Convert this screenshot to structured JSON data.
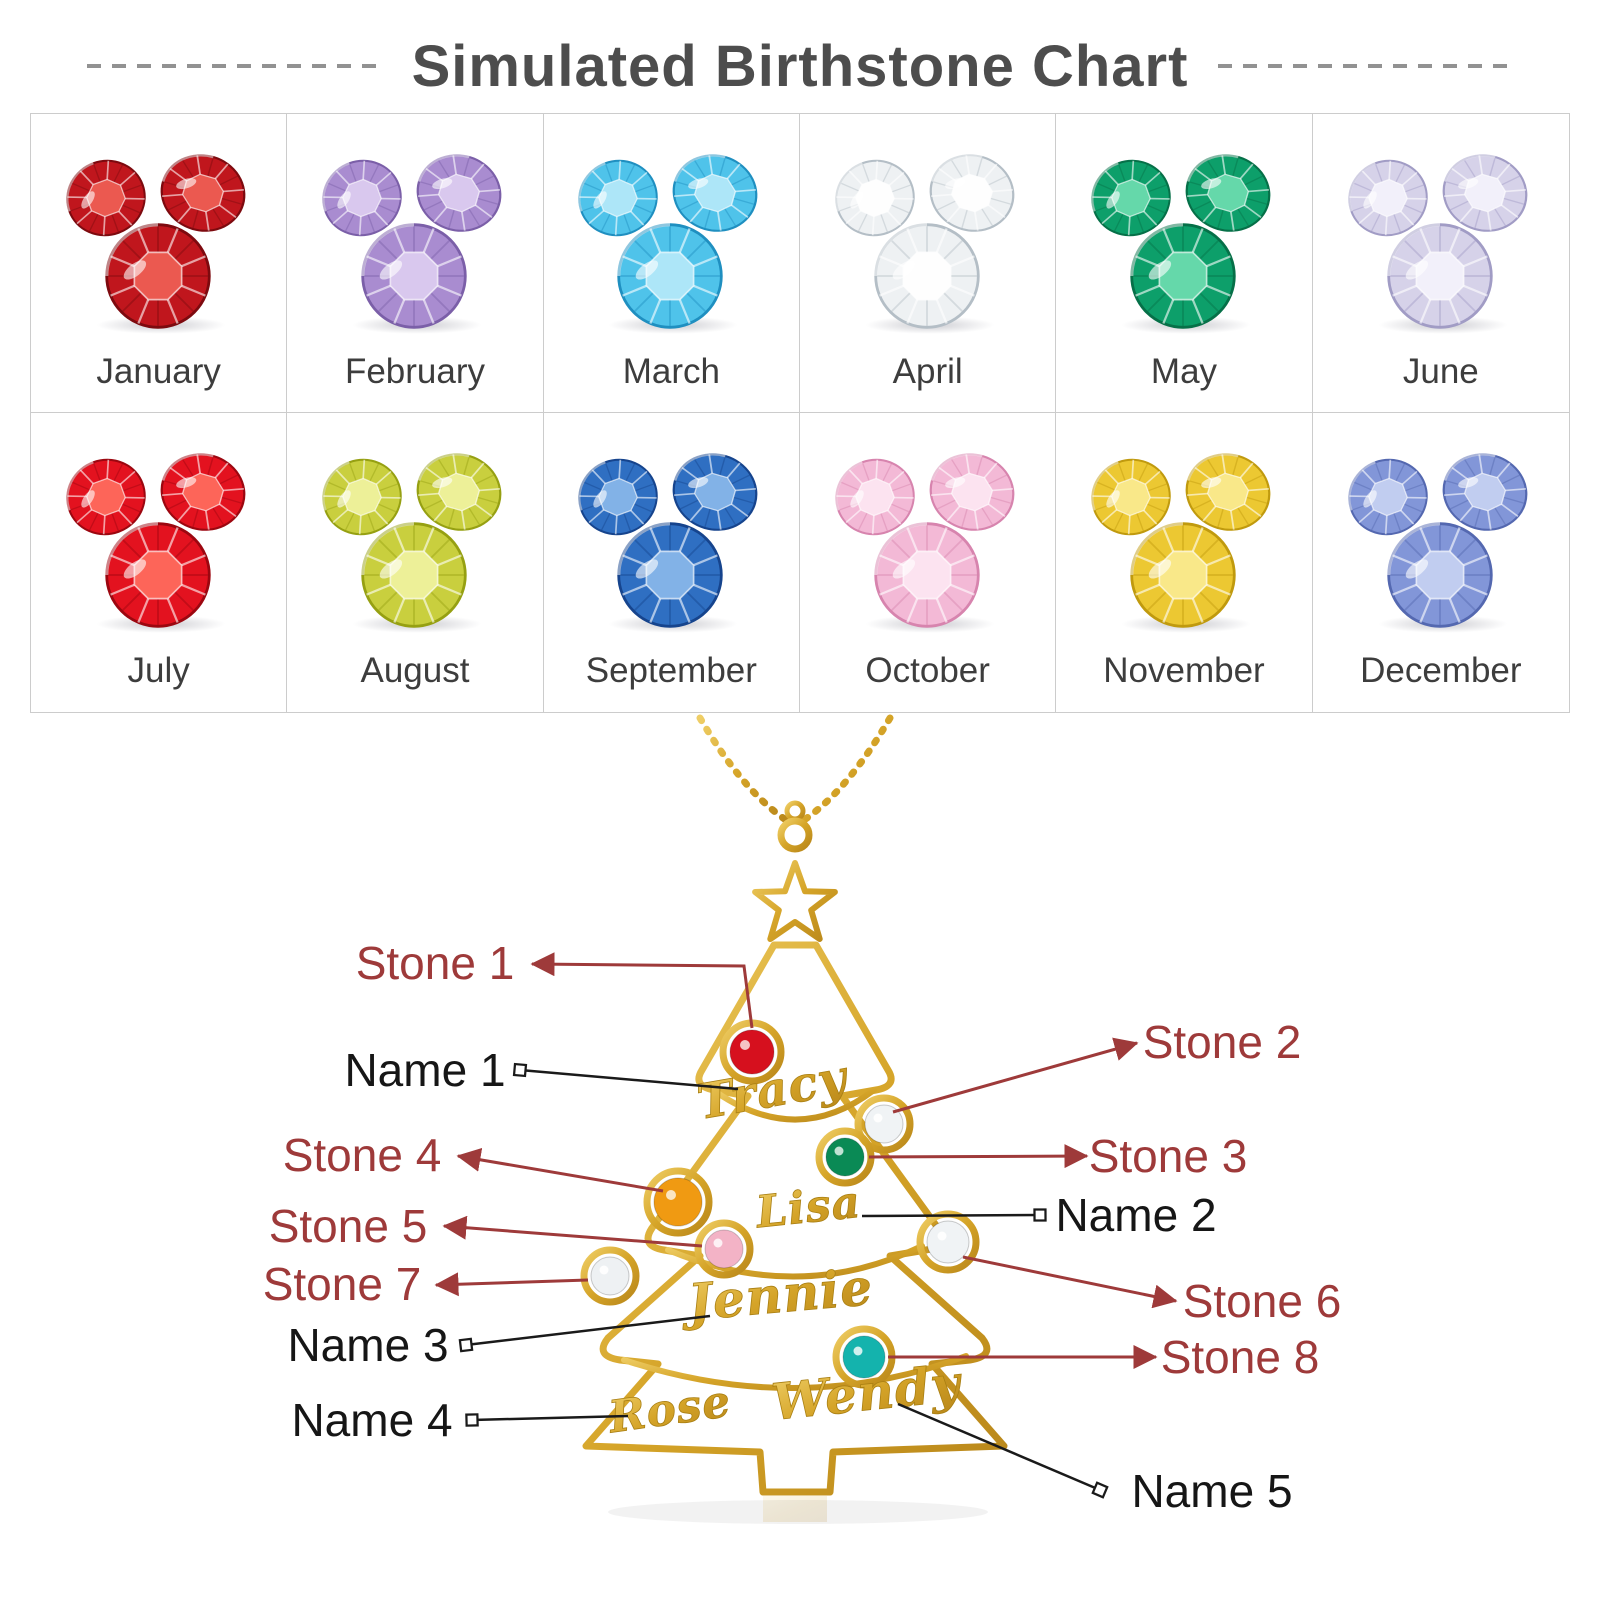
{
  "page": {
    "title": "Simulated Birthstone Chart"
  },
  "colors": {
    "title_text": "#4d4d4d",
    "month_text": "#3d3d3d",
    "grid_border": "#cccccc",
    "dash": "#929292",
    "stone_label": "#9e3a3a",
    "name_label": "#161616",
    "gold": "#d5a428"
  },
  "grid": {
    "months": [
      {
        "label": "January",
        "base": "#c0161d",
        "light": "#ef6055",
        "dark": "#7d0a0f"
      },
      {
        "label": "February",
        "base": "#a98cd0",
        "light": "#ddcdf0",
        "dark": "#7b5fa8"
      },
      {
        "label": "March",
        "base": "#4fc3ea",
        "light": "#b5e9f9",
        "dark": "#1f8fc0"
      },
      {
        "label": "April",
        "base": "#eef1f3",
        "light": "#ffffff",
        "dark": "#b4bec6"
      },
      {
        "label": "May",
        "base": "#0d9f6a",
        "light": "#6cdcb0",
        "dark": "#067048"
      },
      {
        "label": "June",
        "base": "#d6d2e9",
        "light": "#f4f2fb",
        "dark": "#a19cc5"
      },
      {
        "label": "July",
        "base": "#e3121f",
        "light": "#ff6c5e",
        "dark": "#9c0710"
      },
      {
        "label": "August",
        "base": "#c9cf3e",
        "light": "#f0f3a0",
        "dark": "#96a012"
      },
      {
        "label": "September",
        "base": "#2f6fc2",
        "light": "#8ab7ea",
        "dark": "#16448d"
      },
      {
        "label": "October",
        "base": "#f3b9d6",
        "light": "#fde6f2",
        "dark": "#d784ae"
      },
      {
        "label": "November",
        "base": "#ecc832",
        "light": "#faea90",
        "dark": "#c09a0e"
      },
      {
        "label": "December",
        "base": "#8296d8",
        "light": "#c7d1f2",
        "dark": "#5468b0"
      }
    ]
  },
  "necklace": {
    "names": [
      "Tracy",
      "Lisa",
      "Jennie",
      "Rose",
      "Wendy"
    ],
    "stones": [
      {
        "label": "Stone 1",
        "color": "#d6101e"
      },
      {
        "label": "Stone 2",
        "color": "#f0f3f5"
      },
      {
        "label": "Stone 3",
        "color": "#0a8a55"
      },
      {
        "label": "Stone 4",
        "color": "#f09a12"
      },
      {
        "label": "Stone 5",
        "color": "#f3b3c6"
      },
      {
        "label": "Stone 6",
        "color": "#f0f3f5"
      },
      {
        "label": "Stone 7",
        "color": "#eef1f3"
      },
      {
        "label": "Stone 8",
        "color": "#14b3ad"
      }
    ],
    "callouts": {
      "stone_labels": [
        "Stone 1",
        "Stone 2",
        "Stone 3",
        "Stone 4",
        "Stone 5",
        "Stone 6",
        "Stone 7",
        "Stone 8"
      ],
      "name_labels": [
        "Name 1",
        "Name 2",
        "Name 3",
        "Name 4",
        "Name 5"
      ]
    }
  }
}
